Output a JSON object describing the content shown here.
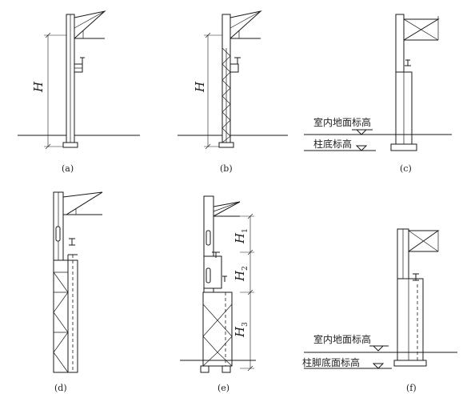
{
  "captions": {
    "a": "(a)",
    "b": "(b)",
    "c": "(c)",
    "d": "(d)",
    "e": "(e)",
    "f": "(f)"
  },
  "labels": {
    "height_a": "H",
    "height_b": "H",
    "h_letter": "H",
    "h1_sub": "1",
    "h2_sub": "2",
    "h3_sub": "3",
    "indoor_floor_elev_c": "室内地面标高",
    "column_base_elev_c": "柱底标高",
    "indoor_floor_elev_f": "室内地面标高",
    "column_foot_base_elev_f": "柱脚底面标高"
  }
}
